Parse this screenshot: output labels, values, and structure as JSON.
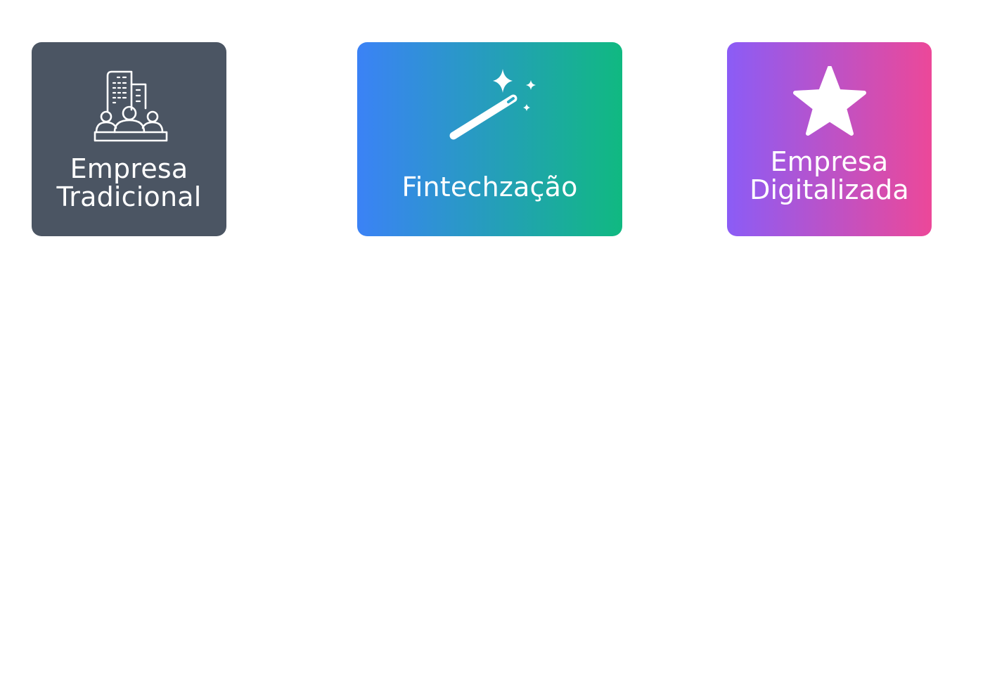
{
  "cards": [
    {
      "icon": "building-people-icon",
      "label_lines": [
        "Empresa",
        "Tradicional"
      ],
      "background": "#4b5563"
    },
    {
      "icon": "magic-wand-icon",
      "label_lines": [
        "Fintechzação"
      ],
      "gradient": [
        "#3b82f6",
        "#10b981"
      ]
    },
    {
      "icon": "star-icon",
      "label_lines": [
        "Empresa",
        "Digitalizada"
      ],
      "gradient": [
        "#8b5cf6",
        "#ec4899"
      ]
    }
  ]
}
